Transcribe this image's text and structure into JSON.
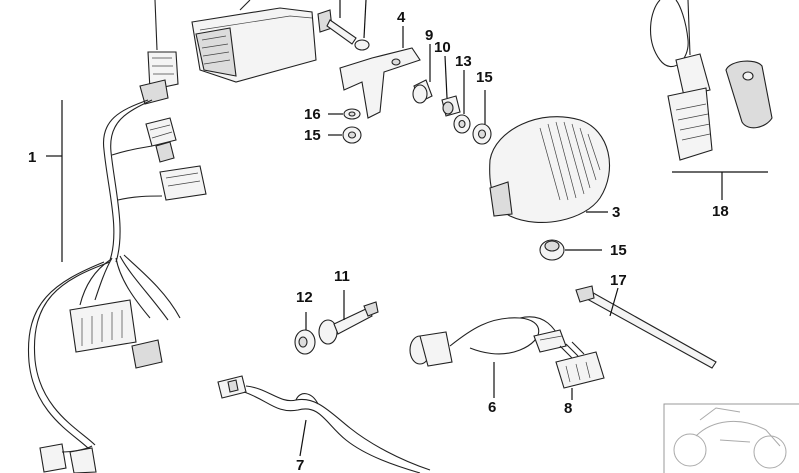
{
  "diagram": {
    "callouts": {
      "p1": "1",
      "p3": "3",
      "p4": "4",
      "p6": "6",
      "p7": "7",
      "p8": "8",
      "p9": "9",
      "p10": "10",
      "p11": "11",
      "p12": "12",
      "p13": "13",
      "p15a": "15",
      "p15b": "15",
      "p15c": "15",
      "p16": "16",
      "p17": "17",
      "p18": "18"
    }
  }
}
